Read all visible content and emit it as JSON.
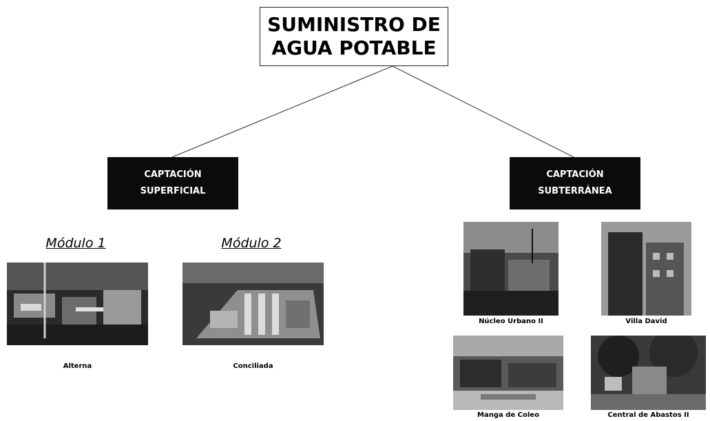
{
  "root": {
    "title_lines": [
      "SUMINISTRO DE",
      "AGUA POTABLE"
    ]
  },
  "categories": [
    {
      "lines": [
        "CAPTACIÓN",
        "SUPERFICIAL"
      ]
    },
    {
      "lines": [
        "CAPTACIÓN",
        "SUBTERRÁNEA"
      ]
    }
  ],
  "surface_modules": [
    {
      "title": "Módulo 1",
      "caption": "Alterna"
    },
    {
      "title": "Módulo 2",
      "caption": "Conciliada"
    }
  ],
  "ground_sites": [
    {
      "caption": "Núcleo Urbano II"
    },
    {
      "caption": "Villa David"
    },
    {
      "caption": "Manga de Coleo"
    },
    {
      "caption": "Central de Abastos II"
    }
  ],
  "colors": {
    "category_box": "#0b0b0b",
    "category_text": "#ffffff",
    "root_border": "#222222",
    "connector": "#444444"
  }
}
